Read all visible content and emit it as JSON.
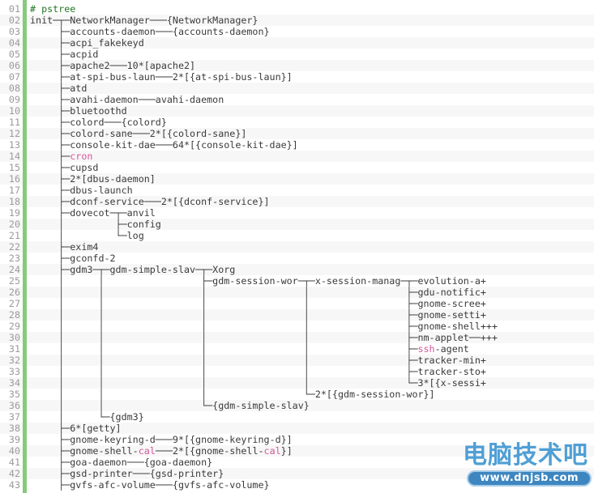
{
  "terminal": {
    "command_comment": "# pstree",
    "lines": [
      {
        "num": "01",
        "segments": [
          {
            "t": "# pstree",
            "c": "comment"
          }
        ]
      },
      {
        "num": "02",
        "segments": [
          {
            "t": "init─┬─NetworkManager───{NetworkManager}",
            "c": ""
          }
        ]
      },
      {
        "num": "03",
        "segments": [
          {
            "t": "     ├─accounts-daemon───{accounts-daemon}",
            "c": ""
          }
        ]
      },
      {
        "num": "04",
        "segments": [
          {
            "t": "     ├─acpi_fakekeyd",
            "c": ""
          }
        ]
      },
      {
        "num": "05",
        "segments": [
          {
            "t": "     ├─acpid",
            "c": ""
          }
        ]
      },
      {
        "num": "06",
        "segments": [
          {
            "t": "     ├─apache2───10*[apache2]",
            "c": ""
          }
        ]
      },
      {
        "num": "07",
        "segments": [
          {
            "t": "     ├─at-spi-bus-laun───2*[{at-spi-bus-laun}]",
            "c": ""
          }
        ]
      },
      {
        "num": "08",
        "segments": [
          {
            "t": "     ├─atd",
            "c": ""
          }
        ]
      },
      {
        "num": "09",
        "segments": [
          {
            "t": "     ├─avahi-daemon───avahi-daemon",
            "c": ""
          }
        ]
      },
      {
        "num": "10",
        "segments": [
          {
            "t": "     ├─bluetoothd",
            "c": ""
          }
        ]
      },
      {
        "num": "11",
        "segments": [
          {
            "t": "     ├─colord───{colord}",
            "c": ""
          }
        ]
      },
      {
        "num": "12",
        "segments": [
          {
            "t": "     ├─colord-sane───2*[{colord-sane}]",
            "c": ""
          }
        ]
      },
      {
        "num": "13",
        "segments": [
          {
            "t": "     ├─console-kit-dae───64*[{console-kit-dae}]",
            "c": ""
          }
        ]
      },
      {
        "num": "14",
        "segments": [
          {
            "t": "     ├─",
            "c": ""
          },
          {
            "t": "cron",
            "c": "hl"
          }
        ]
      },
      {
        "num": "15",
        "segments": [
          {
            "t": "     ├─cupsd",
            "c": ""
          }
        ]
      },
      {
        "num": "16",
        "segments": [
          {
            "t": "     ├─2*[dbus-daemon]",
            "c": ""
          }
        ]
      },
      {
        "num": "17",
        "segments": [
          {
            "t": "     ├─dbus-launch",
            "c": ""
          }
        ]
      },
      {
        "num": "18",
        "segments": [
          {
            "t": "     ├─dconf-service───2*[{dconf-service}]",
            "c": ""
          }
        ]
      },
      {
        "num": "19",
        "segments": [
          {
            "t": "     ├─dovecot─┬─anvil",
            "c": ""
          }
        ]
      },
      {
        "num": "20",
        "segments": [
          {
            "t": "     │         ├─config",
            "c": ""
          }
        ]
      },
      {
        "num": "21",
        "segments": [
          {
            "t": "     │         └─log",
            "c": ""
          }
        ]
      },
      {
        "num": "22",
        "segments": [
          {
            "t": "     ├─exim4",
            "c": ""
          }
        ]
      },
      {
        "num": "23",
        "segments": [
          {
            "t": "     ├─gconfd-2",
            "c": ""
          }
        ]
      },
      {
        "num": "24",
        "segments": [
          {
            "t": "     ├─gdm3─┬─gdm-simple-slav─┬─Xorg",
            "c": ""
          }
        ]
      },
      {
        "num": "25",
        "segments": [
          {
            "t": "     │      │                 ├─gdm-session-wor─┬─x-session-manag─┬─evolution-a+",
            "c": ""
          }
        ]
      },
      {
        "num": "26",
        "segments": [
          {
            "t": "     │      │                 │                 │                 ├─gdu-notific+",
            "c": ""
          }
        ]
      },
      {
        "num": "27",
        "segments": [
          {
            "t": "     │      │                 │                 │                 ├─gnome-scree+",
            "c": ""
          }
        ]
      },
      {
        "num": "28",
        "segments": [
          {
            "t": "     │      │                 │                 │                 ├─gnome-setti+",
            "c": ""
          }
        ]
      },
      {
        "num": "29",
        "segments": [
          {
            "t": "     │      │                 │                 │                 ├─gnome-shell+++",
            "c": ""
          }
        ]
      },
      {
        "num": "30",
        "segments": [
          {
            "t": "     │      │                 │                 │                 ├─nm-applet──+++",
            "c": ""
          }
        ]
      },
      {
        "num": "31",
        "segments": [
          {
            "t": "     │      │                 │                 │                 ├─",
            "c": ""
          },
          {
            "t": "ssh",
            "c": "hl"
          },
          {
            "t": "-agent",
            "c": ""
          }
        ]
      },
      {
        "num": "32",
        "segments": [
          {
            "t": "     │      │                 │                 │                 ├─tracker-min+",
            "c": ""
          }
        ]
      },
      {
        "num": "33",
        "segments": [
          {
            "t": "     │      │                 │                 │                 ├─tracker-sto+",
            "c": ""
          }
        ]
      },
      {
        "num": "34",
        "segments": [
          {
            "t": "     │      │                 │                 │                 └─3*[{x-sessi+",
            "c": ""
          }
        ]
      },
      {
        "num": "35",
        "segments": [
          {
            "t": "     │      │                 │                 └─2*[{gdm-session-wor}]",
            "c": ""
          }
        ]
      },
      {
        "num": "36",
        "segments": [
          {
            "t": "     │      │                 └─{gdm-simple-slav}",
            "c": ""
          }
        ]
      },
      {
        "num": "37",
        "segments": [
          {
            "t": "     │      └─{gdm3}",
            "c": ""
          }
        ]
      },
      {
        "num": "38",
        "segments": [
          {
            "t": "     ├─6*[getty]",
            "c": ""
          }
        ]
      },
      {
        "num": "39",
        "segments": [
          {
            "t": "     ├─gnome-keyring-d───9*[{gnome-keyring-d}]",
            "c": ""
          }
        ]
      },
      {
        "num": "40",
        "segments": [
          {
            "t": "     ├─gnome-shell-",
            "c": ""
          },
          {
            "t": "cal",
            "c": "hl"
          },
          {
            "t": "───2*[{gnome-shell-",
            "c": ""
          },
          {
            "t": "cal",
            "c": "hl"
          },
          {
            "t": "}]",
            "c": ""
          }
        ]
      },
      {
        "num": "41",
        "segments": [
          {
            "t": "     ├─goa-daemon───{goa-daemon}",
            "c": ""
          }
        ]
      },
      {
        "num": "42",
        "segments": [
          {
            "t": "     ├─gsd-printer───{gsd-printer}",
            "c": ""
          }
        ]
      },
      {
        "num": "43",
        "segments": [
          {
            "t": "     ├─gvfs-afc-volume───{gvfs-afc-volume}",
            "c": ""
          }
        ]
      }
    ]
  },
  "watermark": {
    "site_name": "电脑技术吧",
    "site_url": "www.dnjsb.com"
  },
  "colors": {
    "comment_green": "#227722",
    "keyword_pink": "#d4569b",
    "gutter_bar_green": "#86ca7c",
    "watermark_blue": "#4f9fd5",
    "badge_blue": "#3e86c0",
    "line_number_gray": "#9a9a9a",
    "code_text": "#3a3a3a",
    "row_stripe": "#f7f7f7"
  }
}
